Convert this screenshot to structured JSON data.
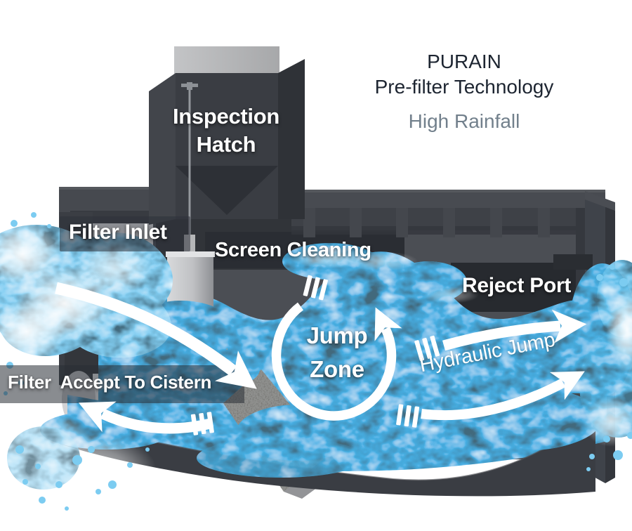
{
  "header": {
    "brand": "PURAIN",
    "product": "Pre-filter Technology",
    "variant": "High Rainfall"
  },
  "labels": {
    "inspection_hatch": "Inspection Hatch",
    "filter_inlet": "Filter Inlet",
    "screen_cleaning": "Screen Cleaning",
    "jump_zone": "Jump Zone",
    "reject_port": "Reject Port",
    "filter_accept_to_cistern": "Filter  Accept To Cistern",
    "hydraulic_jump": "Hydraulic Jump"
  },
  "flow_annotations": [
    {
      "name": "inlet-flow-arrow",
      "shape": "curved-arrow",
      "direction": "down-right"
    },
    {
      "name": "jump-zone-circulation-arrow",
      "shape": "circular-arrow",
      "direction": "counter-clockwise"
    },
    {
      "name": "hydraulic-jump-upper-arrow",
      "shape": "curved-arrow",
      "direction": "right"
    },
    {
      "name": "hydraulic-jump-lower-arrow",
      "shape": "curved-arrow",
      "direction": "right"
    },
    {
      "name": "accept-to-cistern-arrow",
      "shape": "curved-arrow",
      "direction": "left"
    }
  ],
  "colors": {
    "water": "#47b1e6",
    "water_light": "#8ad2f3",
    "tank_dark": "#3a3d43",
    "tank_mid": "#4b4e54",
    "hatch_lid": "#b9babc",
    "arrow_white": "#ffffff",
    "title_text": "#1d2531",
    "variant_text": "#72808c",
    "label_text": "#ffffff"
  }
}
